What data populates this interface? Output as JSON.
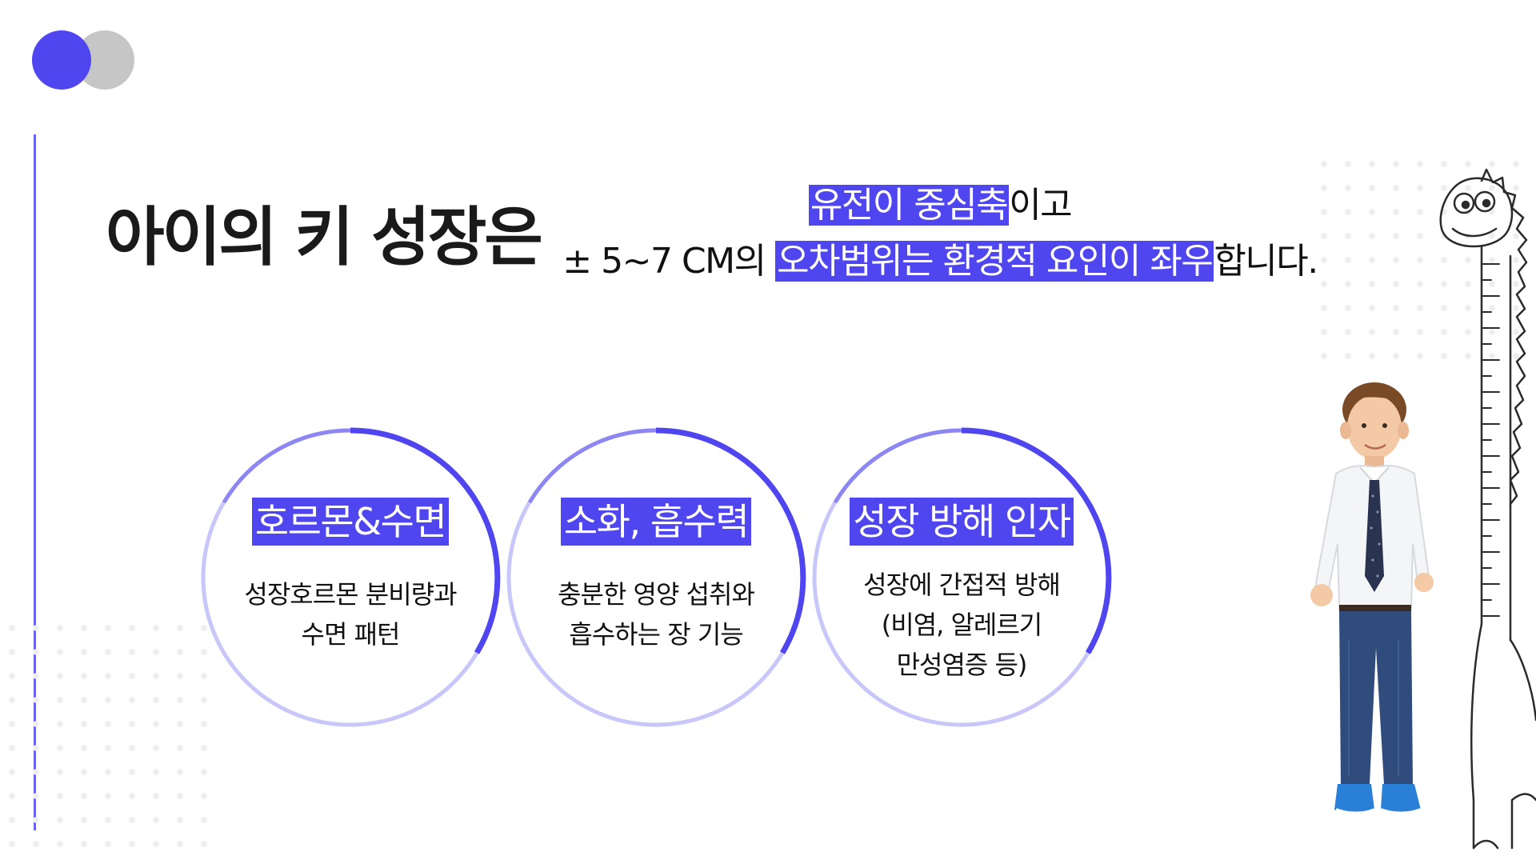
{
  "title": "아이의 키 성장은",
  "subtitle": {
    "line1_highlight": "유전이 중심축",
    "line1_rest": "이고",
    "line2_prefix": "± 5~7 CM의 ",
    "line2_highlight": "오차범위는 환경적 요인이 좌우",
    "line2_suffix": "합니다."
  },
  "circles": [
    {
      "title": "호르몬&수면",
      "desc": [
        "성장호르몬 분비량과",
        "수면 패턴"
      ]
    },
    {
      "title": "소화, 흡수력",
      "desc": [
        "충분한 영양 섭취와",
        "흡수하는 장 기능"
      ]
    },
    {
      "title": "성장 방해 인자",
      "desc": [
        "성장에 간접적 방해",
        "(비염, 알레르기",
        "만성염증 등)"
      ]
    }
  ],
  "colors": {
    "accent": "#5046f0",
    "ring_light": "#c9c6fa",
    "ring_mid": "#8d87f4",
    "gray_dot": "#c6c6c6"
  },
  "illustration": {
    "icons": [
      "child-photo",
      "dinosaur-height-chart-icon"
    ]
  }
}
